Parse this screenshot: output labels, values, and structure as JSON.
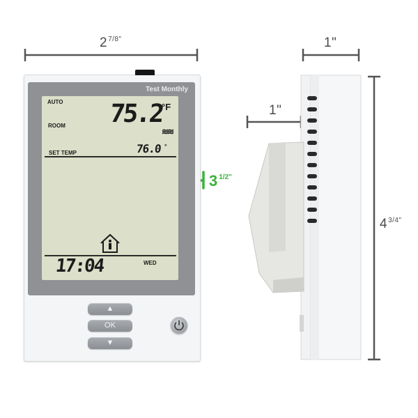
{
  "dimensions": {
    "front_width": {
      "whole": "2",
      "fraction": "7/8\""
    },
    "depth": "1\"",
    "protrusion": "1\"",
    "height": {
      "whole": "4",
      "fraction": "3/4\""
    },
    "screen_diagonal": {
      "whole": "3",
      "fraction": "1/2\""
    }
  },
  "thermostat": {
    "brand_label": "Test Monthly",
    "mode": "AUTO",
    "room_label": "ROOM",
    "room_temp": "75.2",
    "room_unit": "°F",
    "set_temp_label": "SET TEMP",
    "set_temp": "76.0",
    "set_temp_unit": "°",
    "time": "17:04",
    "day": "WED"
  },
  "buttons": {
    "up": "▲",
    "ok": "OK",
    "down": "▼"
  },
  "colors": {
    "accent_green": "#3bb33c",
    "lcd_background": "#dcdfc9",
    "bezel": "#8f9195",
    "dimension_gray": "#555555"
  }
}
